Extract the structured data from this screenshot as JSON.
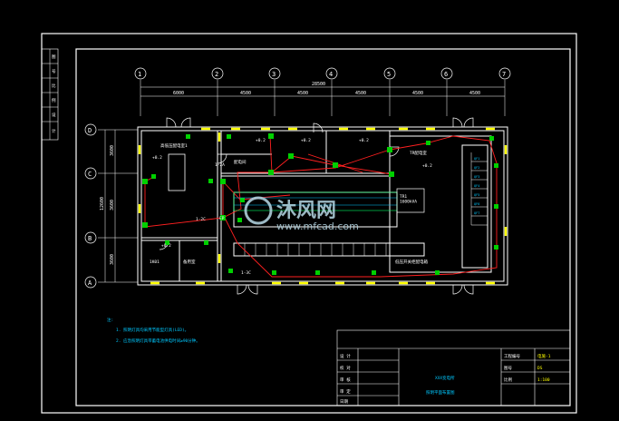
{
  "drawing": {
    "top_dim": {
      "total": "28500",
      "segments": [
        "6000",
        "4500",
        "4500",
        "4500",
        "4500",
        "4500"
      ]
    },
    "left_dim": {
      "total": "12600",
      "segments": [
        "3600",
        "3600",
        "3600"
      ]
    },
    "axis_columns": [
      "1",
      "2",
      "3",
      "4",
      "5",
      "6",
      "7"
    ],
    "axis_rows": [
      "D",
      "C",
      "B",
      "A"
    ],
    "rooms": {
      "office": "高低压配电室1",
      "small_a": "1K01",
      "small_b": "备用室",
      "room_b": "配电间",
      "room_right": "TR配电室",
      "transformer_box": "TR1\n1600kVA",
      "lv_cabinets": "低压开关柜配电箱"
    },
    "tags": {
      "w1": "1-2C",
      "w2": "1-2A",
      "w3": "1-3C",
      "ep": "EP",
      "h1": "+0.2",
      "h2": "+0.2",
      "h3": "+0.2",
      "h4": "+0.2",
      "h5": "+0.2",
      "h6": "+0.2"
    },
    "panel_labels": [
      "QF1",
      "QF2",
      "QF3",
      "QF4",
      "QF5",
      "QF6",
      "QF7"
    ]
  },
  "notes": {
    "heading": "注:",
    "lines": [
      "1. 照明灯具均采用节能型灯具(LED)。",
      "2. 应急照明灯具带蓄电池供电时间≥90分钟。"
    ]
  },
  "title_block": {
    "project": "XXX变电所",
    "drawing_name": "照明平面布置图",
    "rows_left": [
      "设 计",
      "校 对",
      "审 核",
      "审 定"
    ],
    "date_label": "日期",
    "right_labels": [
      "工程编号",
      "图号",
      "比例"
    ],
    "right_values": [
      "电施-1",
      "DS",
      "1:100"
    ]
  },
  "side_strip": [
    "图",
    "号",
    "比",
    "例",
    "设",
    "计"
  ],
  "watermark": {
    "brand": "沐风网",
    "url": "www.mfcad.com"
  }
}
